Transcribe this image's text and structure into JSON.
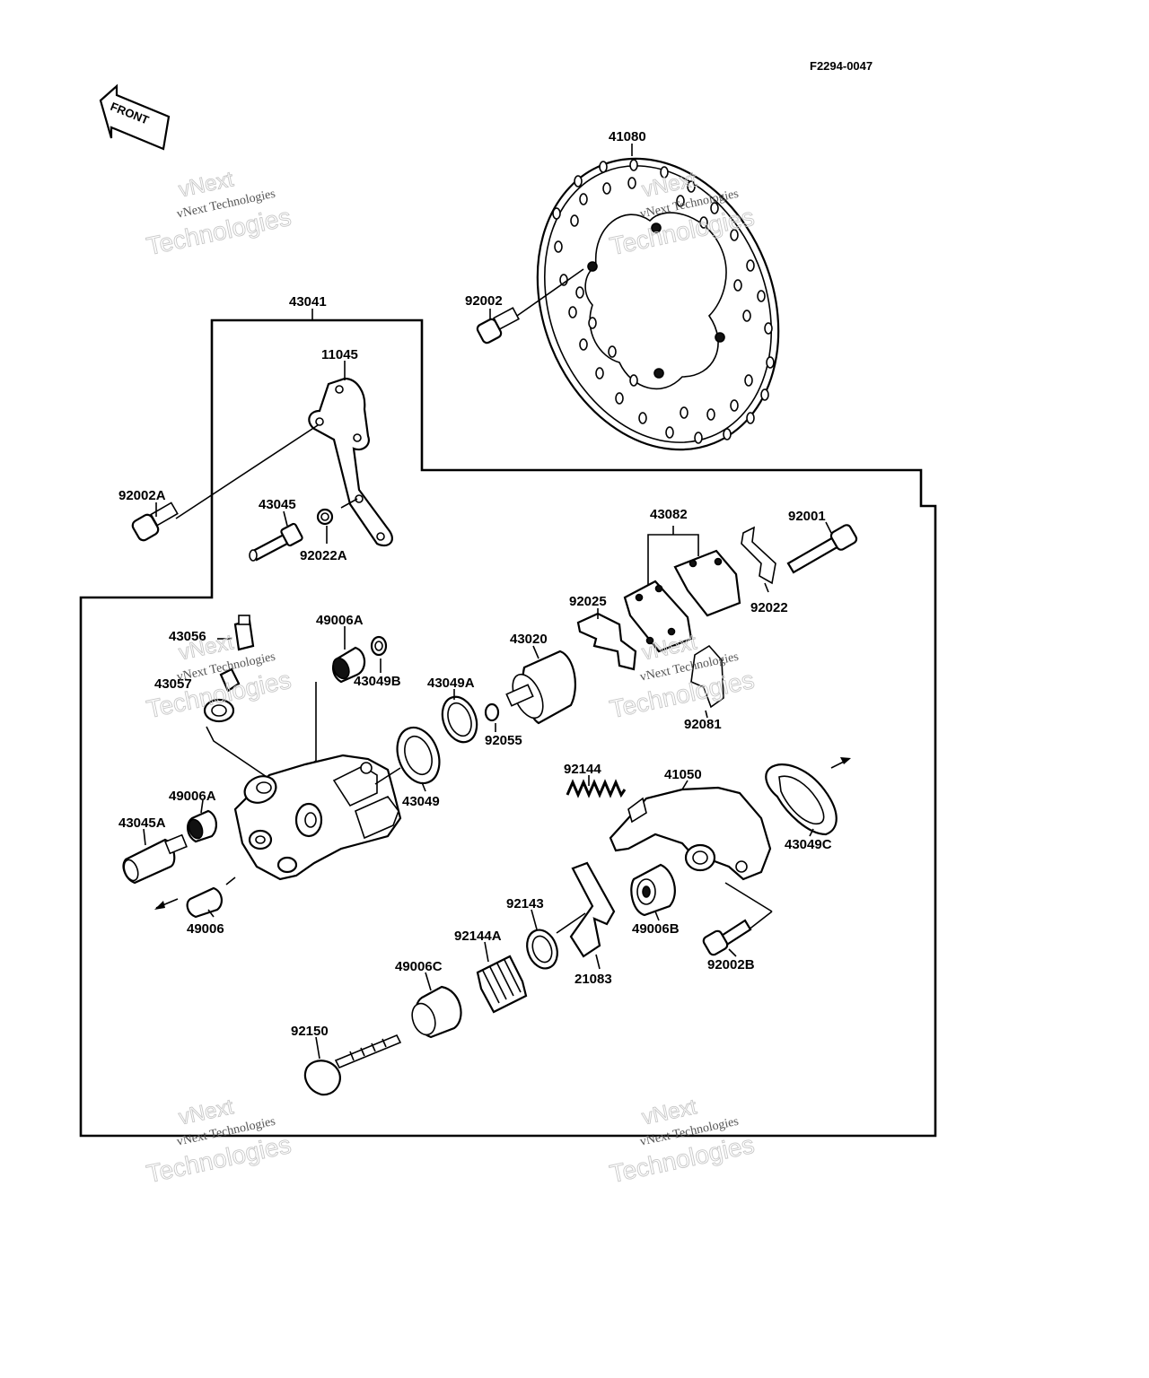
{
  "header": {
    "ref_code": "F2294-0047"
  },
  "front_arrow": {
    "label": "FRONT"
  },
  "watermark": {
    "line1": "vNext",
    "line2": "vNext Technologies",
    "line3": "Technologies"
  },
  "parts": {
    "p41080": "41080",
    "p92002": "92002",
    "p43041": "43041",
    "p11045": "11045",
    "p92002A": "92002A",
    "p43045": "43045",
    "p92022A": "92022A",
    "p43082": "43082",
    "p92001": "92001",
    "p92022": "92022",
    "p92025": "92025",
    "p43056": "43056",
    "p49006A_top": "49006A",
    "p43020": "43020",
    "p43057": "43057",
    "p43049B": "43049B",
    "p43049A": "43049A",
    "p92055": "92055",
    "p92081": "92081",
    "p92144": "92144",
    "p41050": "41050",
    "p43049": "43049",
    "p49006A_bottom": "49006A",
    "p43045A": "43045A",
    "p43049C": "43049C",
    "p92143": "92143",
    "p49006B": "49006B",
    "p49006": "49006",
    "p92144A": "92144A",
    "p92002B": "92002B",
    "p21083": "21083",
    "p49006C": "49006C",
    "p92150": "92150"
  }
}
